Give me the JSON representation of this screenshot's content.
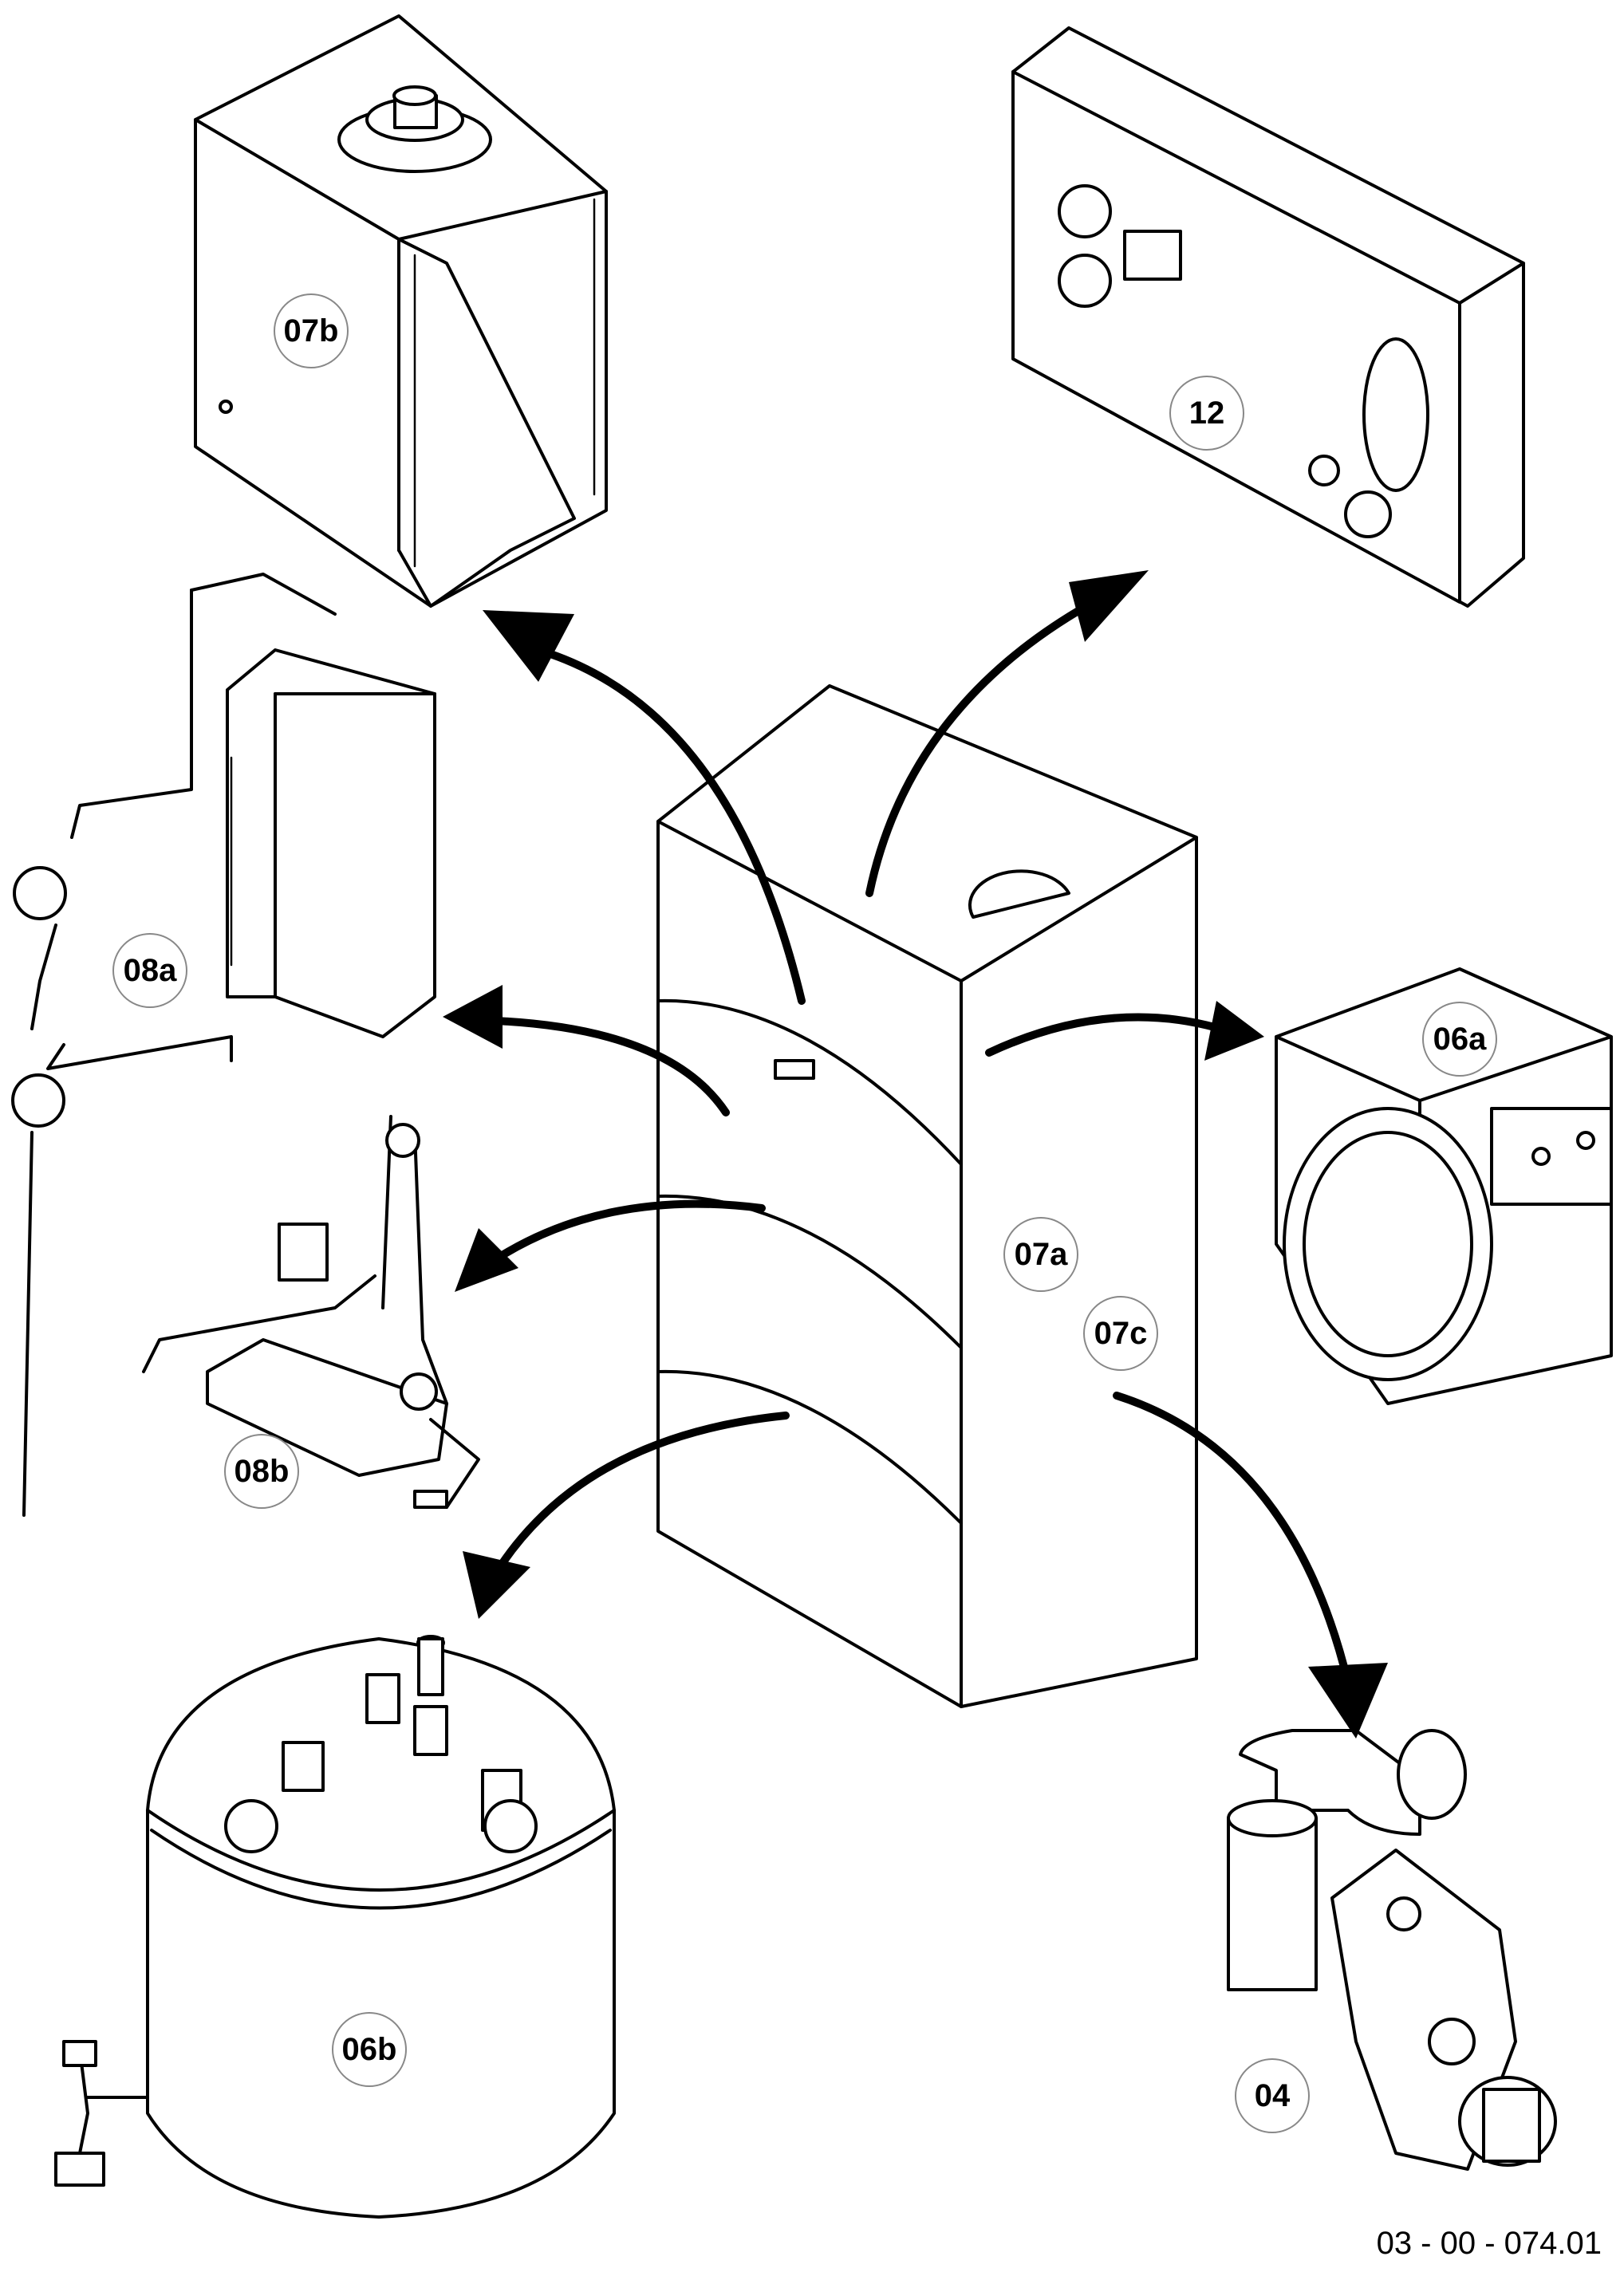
{
  "callouts": {
    "07b": "07b",
    "12": "12",
    "08a": "08a",
    "06a": "06a",
    "07a": "07a",
    "07c": "07c",
    "08b": "08b",
    "06b": "06b",
    "04": "04"
  },
  "reference_code": "03 - 00 - 074.01",
  "parts": [
    "combustion-chamber-icon",
    "control-panel-icon",
    "expansion-vessel-pump-icon",
    "burner-housing-icon",
    "boiler-cabinet-icon",
    "hydraulic-block-icon",
    "hot-water-cylinder-icon",
    "gas-valve-icon"
  ]
}
